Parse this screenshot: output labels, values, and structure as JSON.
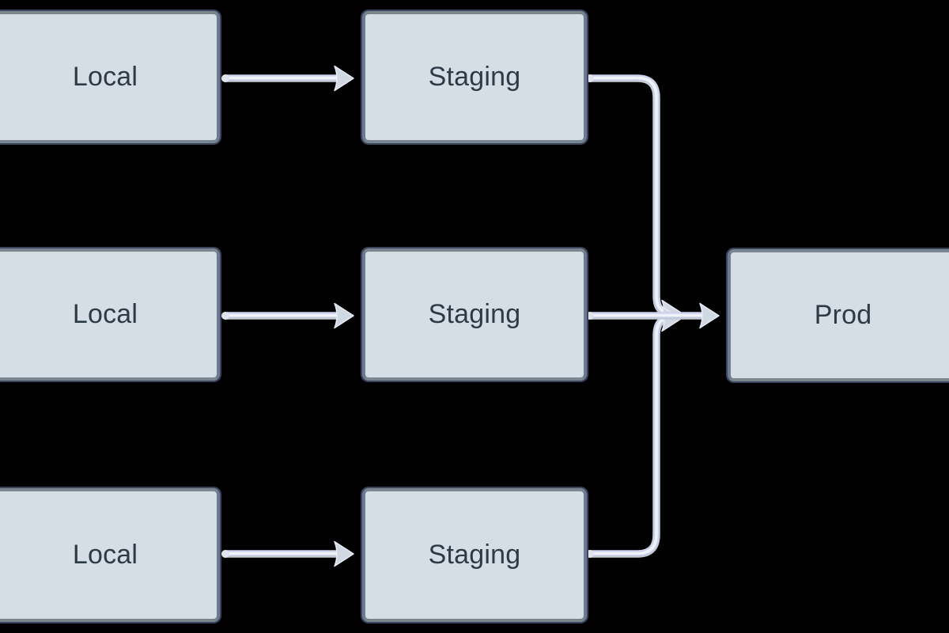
{
  "diagram": {
    "type": "flowchart",
    "background_color": "#000000",
    "node_fill_color": "#d6dee5",
    "node_border_color": "#6d7a92",
    "node_text_color": "#2d3b47",
    "edge_color": "#c3ccd6",
    "edge_highlight_color": "#eff2f6",
    "nodes": [
      {
        "id": "local-1",
        "label": "Local",
        "row": 1,
        "column": 1
      },
      {
        "id": "staging-1",
        "label": "Staging",
        "row": 1,
        "column": 2
      },
      {
        "id": "local-2",
        "label": "Local",
        "row": 2,
        "column": 1
      },
      {
        "id": "staging-2",
        "label": "Staging",
        "row": 2,
        "column": 2
      },
      {
        "id": "local-3",
        "label": "Local",
        "row": 3,
        "column": 1
      },
      {
        "id": "staging-3",
        "label": "Staging",
        "row": 3,
        "column": 2
      },
      {
        "id": "prod",
        "label": "Prod",
        "row": 2,
        "column": 3
      }
    ],
    "edges": [
      {
        "from": "local-1",
        "to": "staging-1"
      },
      {
        "from": "local-2",
        "to": "staging-2"
      },
      {
        "from": "local-3",
        "to": "staging-3"
      },
      {
        "from": "staging-1",
        "to": "prod"
      },
      {
        "from": "staging-2",
        "to": "prod"
      },
      {
        "from": "staging-3",
        "to": "prod"
      }
    ]
  }
}
